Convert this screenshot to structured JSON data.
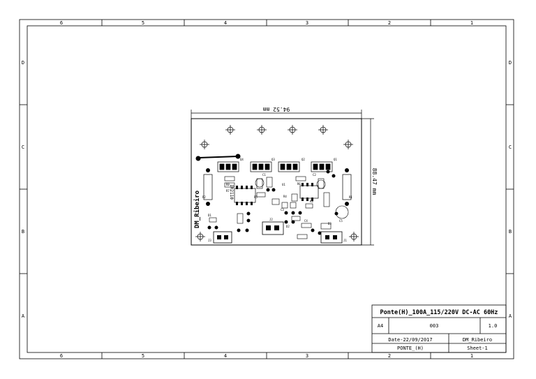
{
  "frame": {
    "cols_top": [
      "6",
      "5",
      "4",
      "3",
      "2",
      "1"
    ],
    "cols_bottom": [
      "6",
      "5",
      "4",
      "3",
      "2",
      "1"
    ],
    "rows_left": [
      "D",
      "C",
      "B",
      "A"
    ],
    "rows_right": [
      "D",
      "C",
      "B",
      "A"
    ]
  },
  "board": {
    "dim_width": "94.52 mm",
    "dim_height": "88.47 mm",
    "silk_name": "DM_Ribeiro",
    "silk_part": "IR2110",
    "silk_labels": [
      "Q4",
      "Q3",
      "Q2",
      "Q1",
      "R8",
      "R7",
      "R6",
      "R5",
      "R4",
      "R3",
      "R2",
      "R1",
      "C1",
      "C2",
      "C3",
      "C4",
      "C5",
      "U1",
      "J1",
      "J2",
      "J3",
      "D1",
      "D2",
      "D3"
    ]
  },
  "title_block": {
    "title": "Ponte(H)_100A_115/220V DC-AC 60Hz",
    "size": "A4",
    "number": "003",
    "revision": "1.0",
    "date": "Date-22/09/2017",
    "author": "DM_Ribeiro",
    "doc_name": "PONTE_(H)",
    "sheet": "Sheet-1"
  }
}
